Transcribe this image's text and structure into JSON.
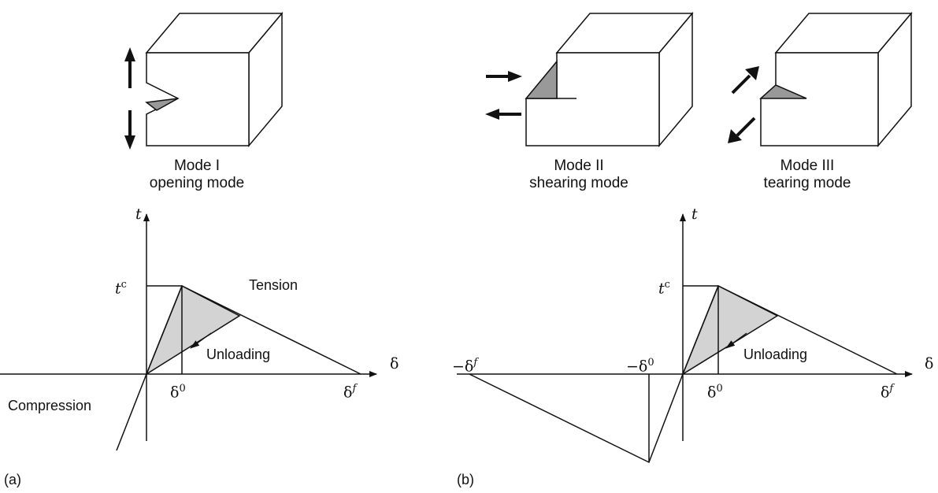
{
  "modes": [
    {
      "name": "Mode I",
      "desc": "opening mode"
    },
    {
      "name": "Mode II",
      "desc": "shearing mode"
    },
    {
      "name": "Mode III",
      "desc": "tearing mode"
    }
  ],
  "panel_a": {
    "tag": "(a)",
    "y_axis": "t",
    "x_axis": "δ",
    "tc_base": "t",
    "tc_sup": "c",
    "d0_base": "δ",
    "d0_sup": "0",
    "df_base": "δ",
    "df_sup": "f",
    "tension": "Tension",
    "compression": "Compression",
    "unloading": "Unloading"
  },
  "panel_b": {
    "tag": "(b)",
    "y_axis": "t",
    "x_axis": "δ",
    "tc_base": "t",
    "tc_sup": "c",
    "d0_base": "δ",
    "d0_sup": "0",
    "df_base": "δ",
    "df_sup": "f",
    "neg_d0_base": "−δ",
    "neg_d0_sup": "0",
    "neg_df_base": "−δ",
    "neg_df_sup": "f",
    "unloading": "Unloading"
  },
  "colors": {
    "shade": "#d3d3d3",
    "crack": "#999999",
    "line": "#111111"
  }
}
